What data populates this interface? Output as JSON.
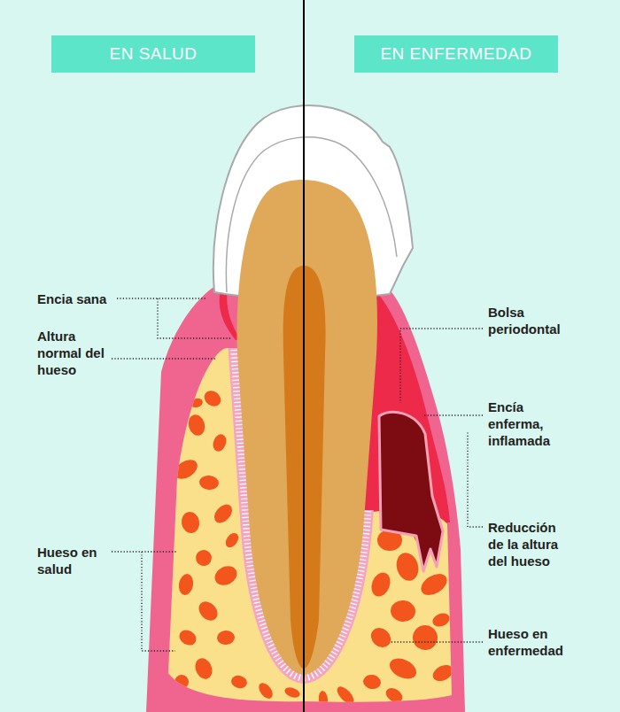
{
  "diagram": {
    "nodes": [
      {
        "text": [
          "EN SALUD"
        ]
      },
      {
        "text": [
          "EN ENFERMEDAD"
        ]
      }
    ],
    "labels": [
      "Encia sana",
      "Altura normal del hueso",
      "Hueso en salud",
      "Bolsa periodontal",
      "Encía enferma, inflamada",
      "Reducción de la altura del hueso",
      "Hueso en enfermedad"
    ]
  }
}
